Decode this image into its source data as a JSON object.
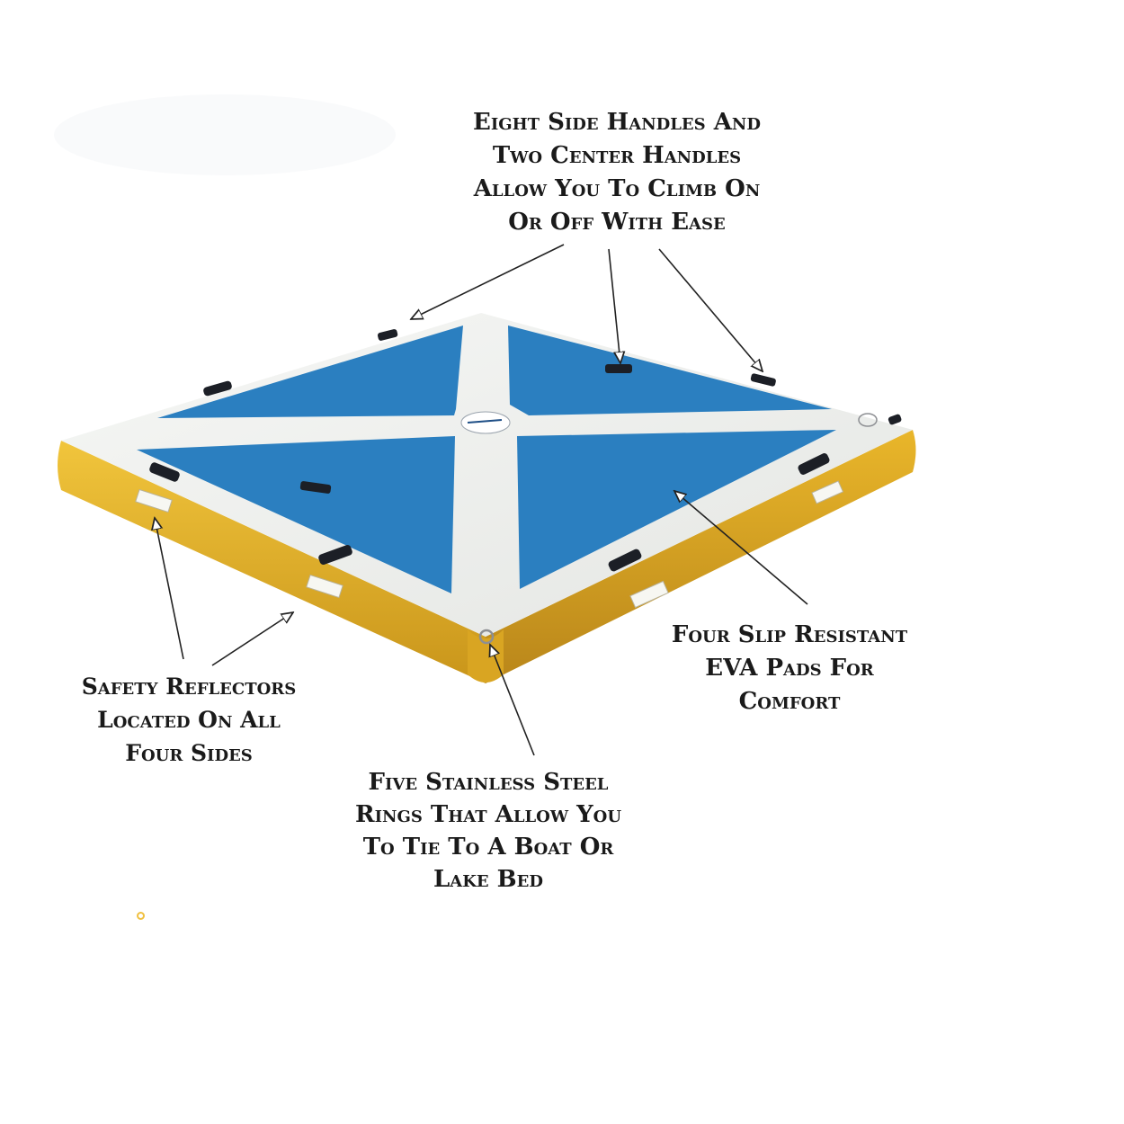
{
  "callouts": {
    "handles": {
      "lines": [
        "Eight Side Handles And",
        "Two Center Handles",
        "Allow You To Climb On",
        "Or Off With Ease"
      ]
    },
    "pads": {
      "lines": [
        "Four Slip Resistant",
        "EVA Pads For",
        "Comfort"
      ]
    },
    "reflectors": {
      "lines": [
        "Safety Reflectors",
        "Located On All",
        "Four Sides"
      ]
    },
    "rings": {
      "lines": [
        "Five Stainless Steel",
        "Rings That Allow You",
        "To Tie To A Boat Or",
        "Lake Bed"
      ]
    }
  },
  "colors": {
    "pad_blue": "#2b7fc0",
    "pad_blue_dark": "#1f6aa8",
    "deck_white": "#eef0ee",
    "tube_yellow": "#e9b62a",
    "tube_yellow_dark": "#c9951a",
    "handle_black": "#1c1f26",
    "arrow": "#222222"
  },
  "icons": [
    "handle-icon",
    "steel-ring-icon",
    "reflector-icon",
    "center-logo-icon"
  ]
}
